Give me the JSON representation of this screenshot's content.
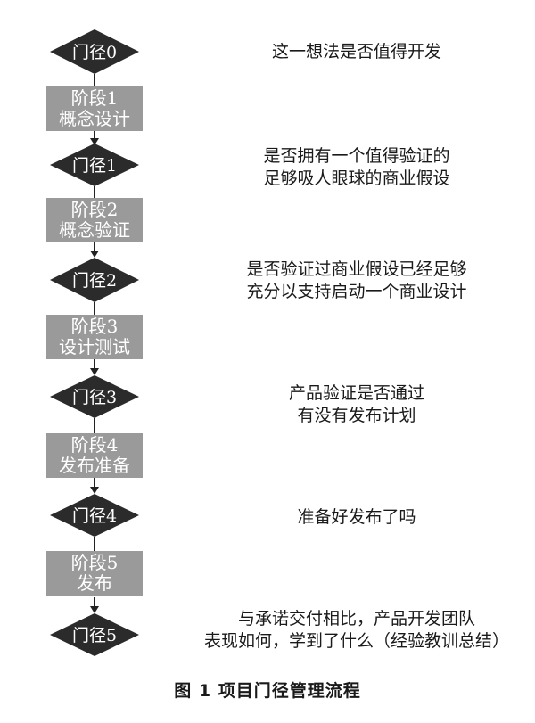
{
  "gates": [
    {
      "label": "门径0",
      "question": [
        "这一想法是否值得开发"
      ]
    },
    {
      "label": "门径1",
      "question": [
        "是否拥有一个值得验证的",
        "足够吸人眼球的商业假设"
      ]
    },
    {
      "label": "门径2",
      "question": [
        "是否验证过商业假设已经足够",
        "充分以支持启动一个商业设计"
      ]
    },
    {
      "label": "门径3",
      "question": [
        "产品验证是否通过",
        "有没有发布计划"
      ]
    },
    {
      "label": "门径4",
      "question": [
        "准备好发布了吗"
      ]
    },
    {
      "label": "门径5",
      "question": [
        "与承诺交付相比，产品开发团队",
        "表现如何，学到了什么（经验教训总结）"
      ]
    }
  ],
  "stages": [
    {
      "line1": "阶段1",
      "line2": "概念设计"
    },
    {
      "line1": "阶段2",
      "line2": "概念验证"
    },
    {
      "line1": "阶段3",
      "line2": "设计测试"
    },
    {
      "line1": "阶段4",
      "line2": "发布准备"
    },
    {
      "line1": "阶段5",
      "line2": "发布"
    }
  ],
  "caption": "图 1    项目门径管理流程",
  "colors": {
    "gate_fill": "#2b2b2b",
    "stage_fill": "#9a9a9a",
    "line": "#222222",
    "gate_text": "#ffffff"
  }
}
